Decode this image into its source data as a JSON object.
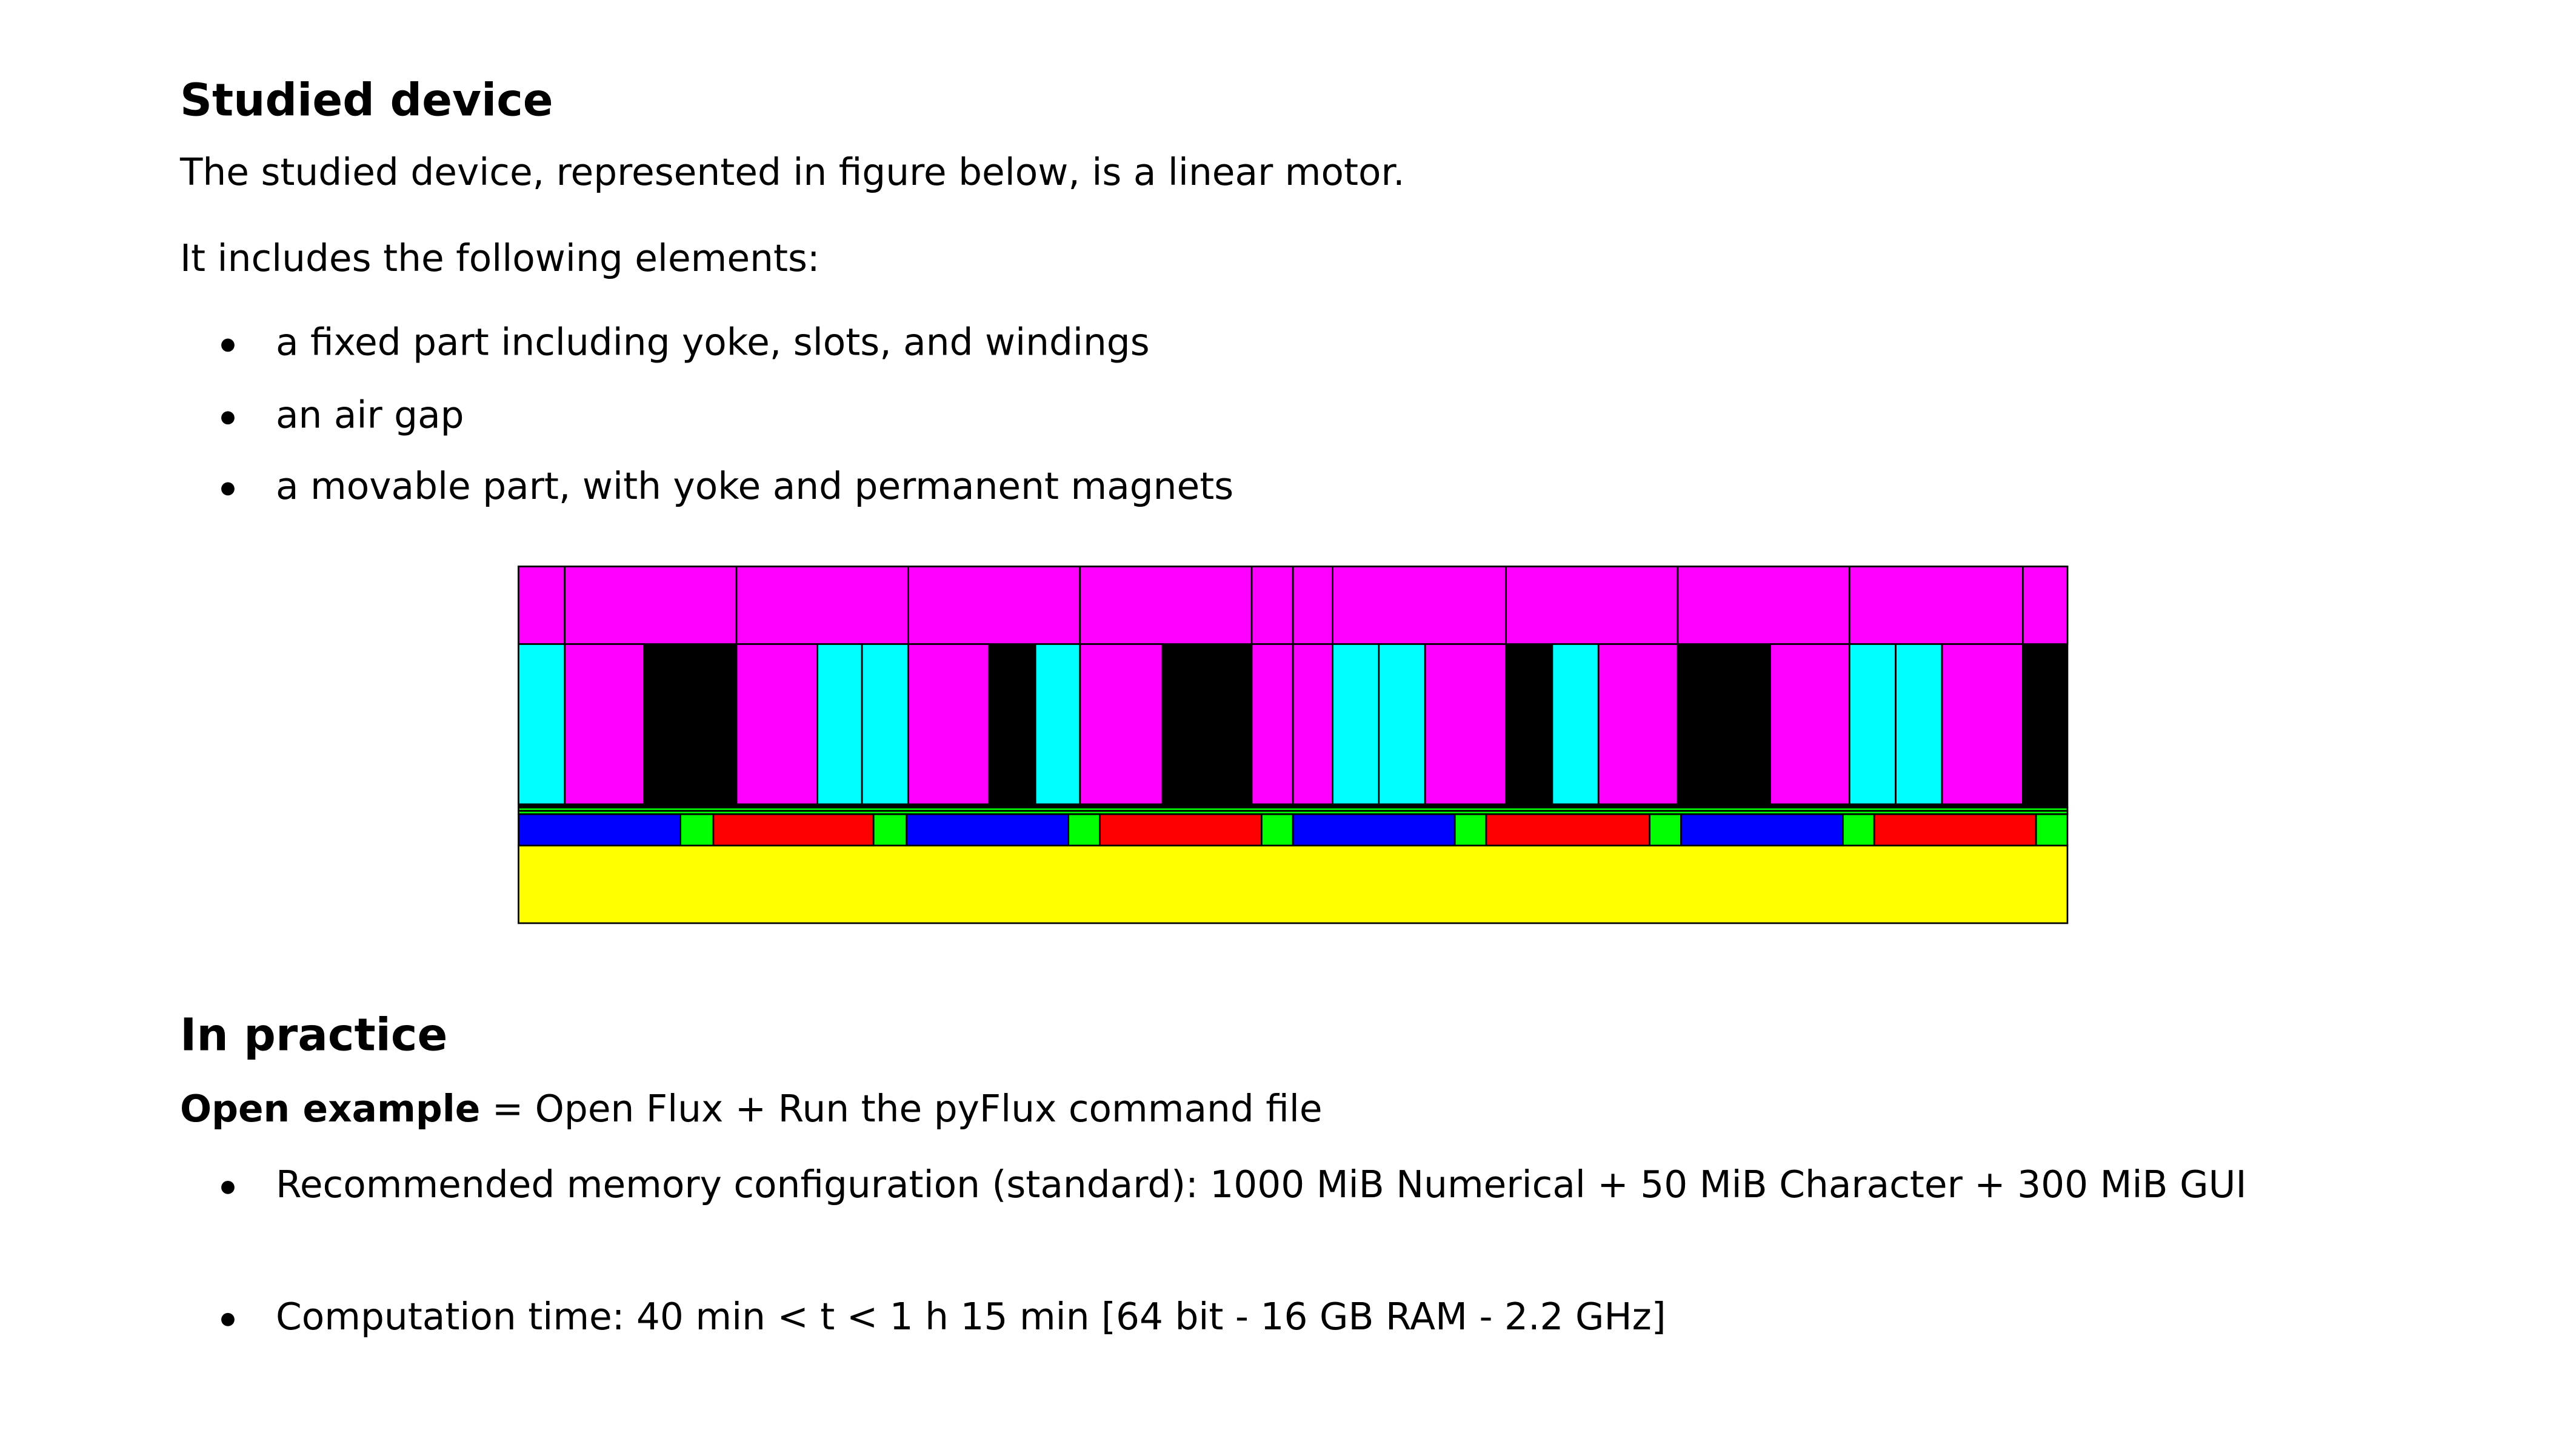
{
  "section1": {
    "heading": "Studied device",
    "intro": "The studied device, represented in figure below, is a linear motor.",
    "includes": "It includes the following elements:",
    "bullets": [
      "a fixed part including yoke, slots, and windings",
      "an air gap",
      "a movable part, with yoke and permanent magnets"
    ]
  },
  "figure": {
    "colors": {
      "yoke": "#ff00ff",
      "coil": "#00ffff",
      "slot": "#000000",
      "magnet_n": "#0000ff",
      "magnet_s": "#ff0000",
      "spacer": "#00ff00",
      "mover_yoke": "#ffff00"
    }
  },
  "section2": {
    "heading": "In practice",
    "open_label": "Open example",
    "open_text": " = Open Flux + Run the pyFlux command file",
    "bullets": [
      "Recommended memory configuration (standard): 1000 MiB Numerical + 50 MiB Character + 300 MiB GUI",
      "Computation time: 40 min < t < 1 h 15 min [64 bit - 16 GB RAM - 2.2 GHz]"
    ]
  }
}
